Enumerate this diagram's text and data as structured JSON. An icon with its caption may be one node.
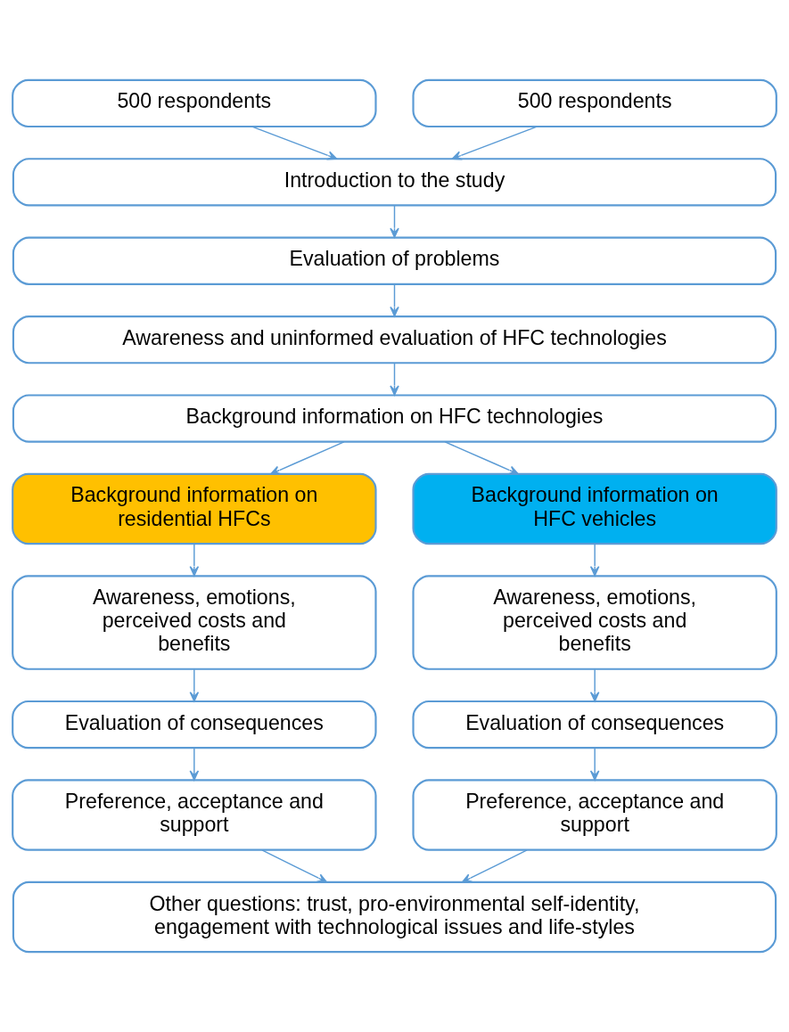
{
  "diagram": {
    "nodes": [
      {
        "text": [
          "500 respondents"
        ]
      },
      {
        "text": [
          "500 respondents"
        ]
      },
      {
        "text": [
          "Introduction to the study"
        ]
      },
      {
        "text": [
          "Evaluation of problems"
        ]
      },
      {
        "text": [
          "Awareness and uninformed evaluation of HFC technologies"
        ]
      },
      {
        "text": [
          "Background information on HFC technologies"
        ]
      },
      {
        "text": [
          "Background information on residential HFCs"
        ]
      },
      {
        "text": [
          "Background information on HFC vehicles"
        ]
      },
      {
        "text": [
          "Awareness, emotions, perceived costs and benefits"
        ]
      },
      {
        "text": [
          "Awareness, emotions, perceived costs and benefits"
        ]
      },
      {
        "text": [
          "Evaluation of consequences"
        ]
      },
      {
        "text": [
          "Evaluation of consequences"
        ]
      },
      {
        "text": [
          "Preference, acceptance and support"
        ]
      },
      {
        "text": [
          "Preference, acceptance and support"
        ]
      },
      {
        "text": [
          "Other questions: trust, pro-environmental self-identity, engagement with technological issues and life-styles"
        ]
      }
    ],
    "edges": [
      {
        "from": 0,
        "to": 2,
        "arrow": "to"
      },
      {
        "from": 1,
        "to": 2,
        "arrow": "to"
      },
      {
        "from": 2,
        "to": 3,
        "arrow": "to"
      },
      {
        "from": 3,
        "to": 4,
        "arrow": "to"
      },
      {
        "from": 4,
        "to": 5,
        "arrow": "to"
      },
      {
        "from": 5,
        "to": 6,
        "arrow": "to"
      },
      {
        "from": 5,
        "to": 7,
        "arrow": "to"
      },
      {
        "from": 6,
        "to": 8,
        "arrow": "to"
      },
      {
        "from": 7,
        "to": 9,
        "arrow": "to"
      },
      {
        "from": 8,
        "to": 10,
        "arrow": "to"
      },
      {
        "from": 9,
        "to": 11,
        "arrow": "to"
      },
      {
        "from": 10,
        "to": 12,
        "arrow": "to"
      },
      {
        "from": 11,
        "to": 13,
        "arrow": "to"
      },
      {
        "from": 12,
        "to": 14,
        "arrow": "to"
      },
      {
        "from": 13,
        "to": 14,
        "arrow": "to"
      }
    ]
  }
}
